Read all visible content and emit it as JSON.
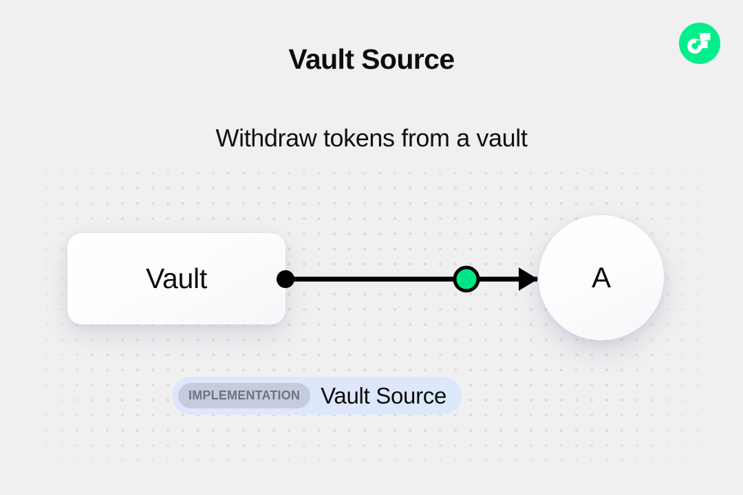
{
  "page": {
    "title": "Vault Source",
    "subtitle": "Withdraw tokens from a vault",
    "background_color": "#f0f0f0"
  },
  "brand": {
    "logo_icon": "flow-logo-icon",
    "logo_bg_color": "#00ef8b",
    "logo_mark_color": "#ffffff"
  },
  "diagram": {
    "type": "flow-diagram",
    "source_node": {
      "label": "Vault",
      "shape": "rounded-rect"
    },
    "target_node": {
      "label": "A",
      "shape": "circle"
    },
    "edge": {
      "start_handle_color": "#000000",
      "midpoint_marker_color": "#00e584",
      "line_color": "#000000",
      "arrow_direction": "right"
    }
  },
  "badge": {
    "tag_label": "IMPLEMENTATION",
    "name": "Vault Source",
    "bg_color": "#dde7fb",
    "tag_bg_color": "#c4ccdd",
    "tag_text_color": "#6e7480"
  }
}
